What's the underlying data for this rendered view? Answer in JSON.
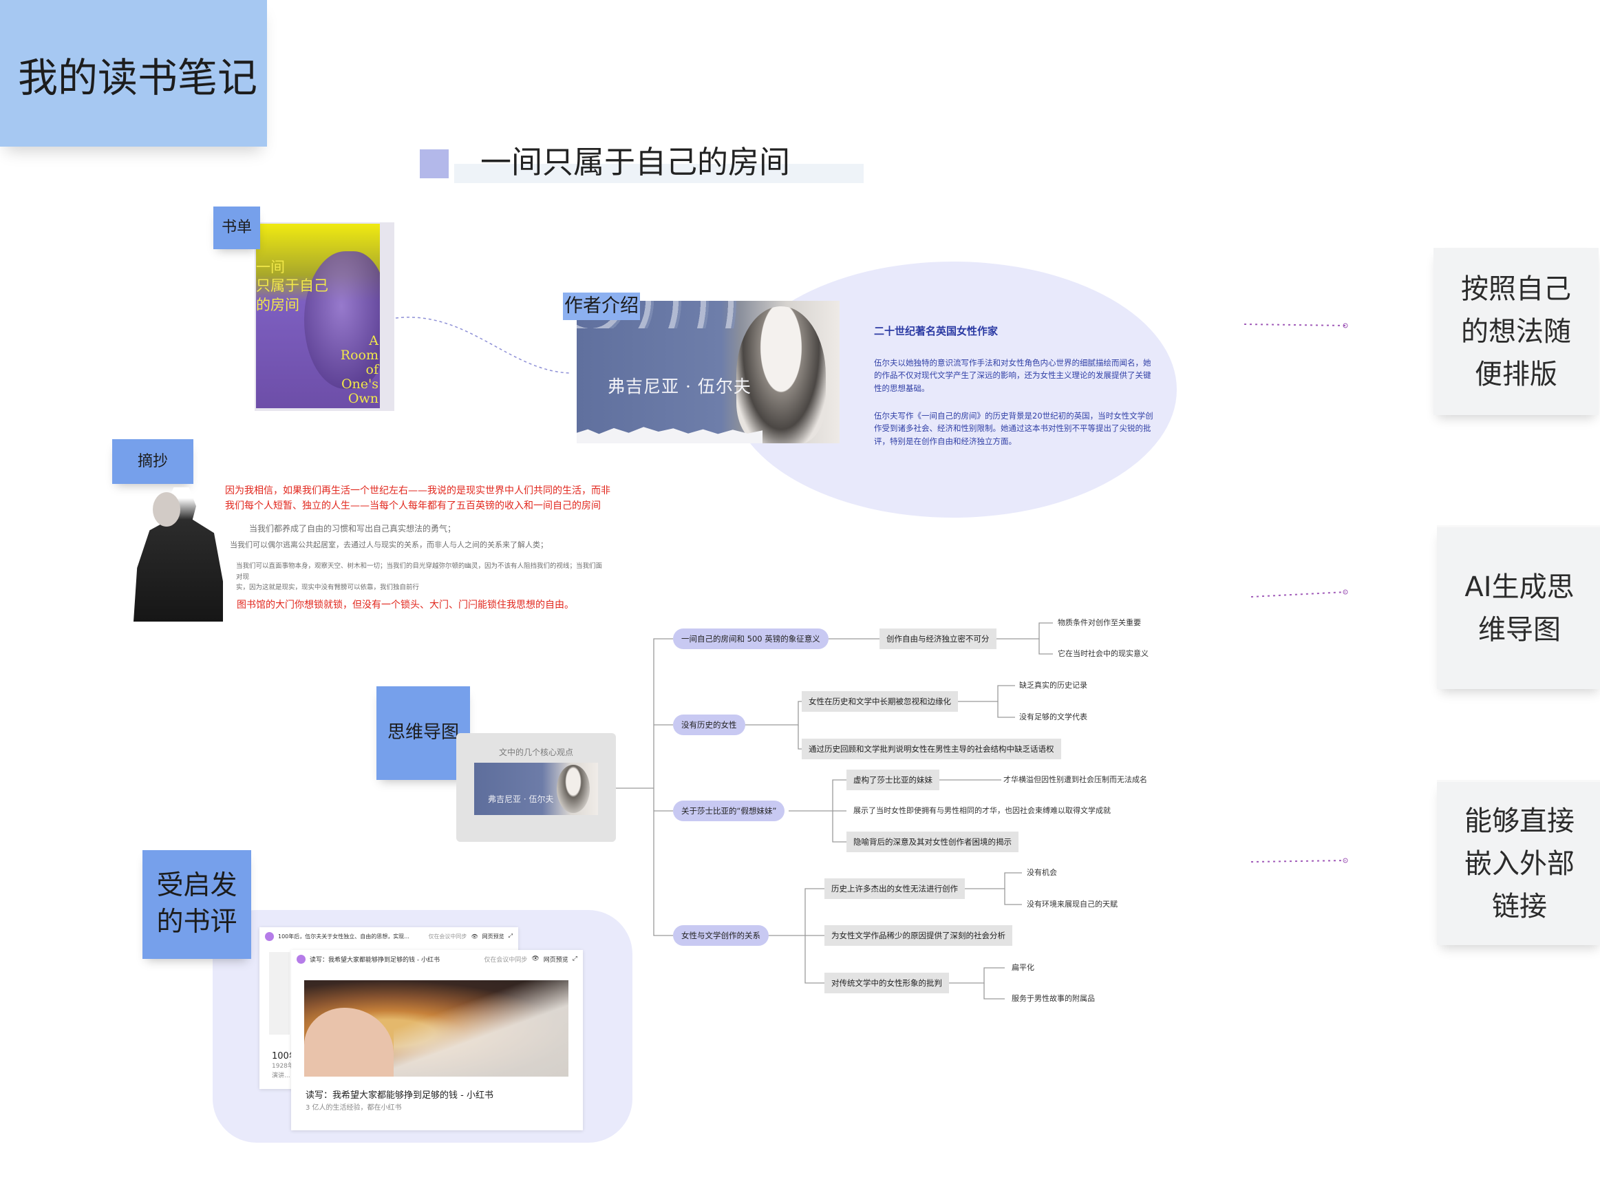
{
  "page": {
    "title": "我的读书笔记",
    "subtitle": "一间只属于自己的房间"
  },
  "tags": {
    "booklist": "书单",
    "author_intro": "作者介绍",
    "excerpt": "摘抄",
    "mindmap": "思维导图",
    "reviews_line1": "受启发",
    "reviews_line2": "的书评"
  },
  "book": {
    "title_cn_1": "一间",
    "title_cn_2": "只属于自己",
    "title_cn_3": "的房间",
    "title_en_1": "A",
    "title_en_2": "Room",
    "title_en_3": "of",
    "title_en_4": "One's",
    "title_en_5": "Own"
  },
  "author": {
    "photo_name": "弗吉尼亚 · 伍尔夫",
    "heading": "二十世纪著名英国女性作家",
    "para1": "伍尔夫以她独特的意识流写作手法和对女性角色内心世界的细腻描绘而闻名，她的作品不仅对现代文学产生了深远的影响，还为女性主义理论的发展提供了关键性的思想基础。",
    "para2": "伍尔夫写作《一间自己的房间》的历史背景是20世纪初的英国，当时女性文学创作受到诸多社会、经济和性别限制。她通过这本书对性别不平等提出了尖锐的批评，特别是在创作自由和经济独立方面。"
  },
  "features": [
    {
      "line1": "按照自己",
      "line2": "的想法随",
      "line3": "便排版"
    },
    {
      "line1": "AI生成思",
      "line2": "维导图"
    },
    {
      "line1": "能够直接",
      "line2": "嵌入外部",
      "line3": "链接"
    }
  ],
  "excerpt": {
    "red1_a": "因为我相信，如果我们再生活一个世纪左右——我说的是现实世界中人们共同的生活，而非",
    "red1_b": "我们每个人短暂、独立的人生——当每个人每年都有了五百英镑的收入和一间自己的房间",
    "gray1": "当我们都养成了自由的习惯和写出自己真实想法的勇气；",
    "gray2": "当我们可以偶尔逃离公共起居室，去通过人与现实的关系，而非人与人之间的关系来了解人类；",
    "gray3_a": "当我们可以直面事物本身，观察天空、树木和一切；当我们的目光穿越弥尔顿的幽灵，因为不该有人阻挡我们的视线；当我们面对现",
    "gray3_b": "实，因为这就是现实，现实中没有臂膀可以依靠，我们独自前行",
    "red2": "图书馆的大门你想锁就锁，但没有一个锁头、大门、门闩能锁住我思想的自由。"
  },
  "mindmap": {
    "card_title": "文中的几个核心观点",
    "card_thumb_name": "弗吉尼亚 · 伍尔夫",
    "l1": [
      "一间自己的房间和 500 英镑的象征意义",
      "没有历史的女性",
      "关于莎士比亚的“假想妹妹”",
      "女性与文学创作的关系"
    ],
    "l2": [
      "创作自由与经济独立密不可分",
      "女性在历史和文学中长期被忽视和边缘化",
      "通过历史回顾和文学批判说明女性在男性主导的社会结构中缺乏话语权",
      "虚构了莎士比亚的妹妹",
      "展示了当时女性即使拥有与男性相同的才华，也因社会束缚难以取得文学成就",
      "隐喻背后的深意及其对女性创作者困境的揭示",
      "历史上许多杰出的女性无法进行创作",
      "为女性文学作品稀少的原因提供了深刻的社会分析",
      "对传统文学中的女性形象的批判"
    ],
    "l3": [
      "物质条件对创作至关重要",
      "它在当时社会中的现实意义",
      "缺乏真实的历史记录",
      "没有足够的文学代表",
      "才华横溢但因性别遭到社会压制而无法成名",
      "没有机会",
      "没有环境来展现自己的天赋",
      "扁平化",
      "服务于男性故事的附属品"
    ]
  },
  "reviews": {
    "back_card": {
      "header": "100年后，伍尔夫关于女性独立、自由的思想，实现...",
      "sync": "仅在会议中同步",
      "preview": "网页预览",
      "body_title": "100年",
      "body_desc_1": "1928年",
      "body_desc_2": "演讲..."
    },
    "front_card": {
      "header": "读写：我希望大家都能够挣到足够的钱 - 小红书",
      "sync": "仅在会议中同步",
      "preview": "网页预览",
      "title": "读写：我希望大家都能够挣到足够的钱 - 小红书",
      "desc": "3 亿人的生活经验，都在小红书"
    }
  },
  "colors": {
    "title_block": "#a6c8f2",
    "tag": "#76a0eb",
    "mind_l1": "#c8c9f2",
    "excerpt_red": "#e1261c",
    "author_text": "#3140a6",
    "dotted_line": "#a05ab8"
  },
  "icons": [
    "eye-icon",
    "expand-icon",
    "app-logo-icon"
  ]
}
